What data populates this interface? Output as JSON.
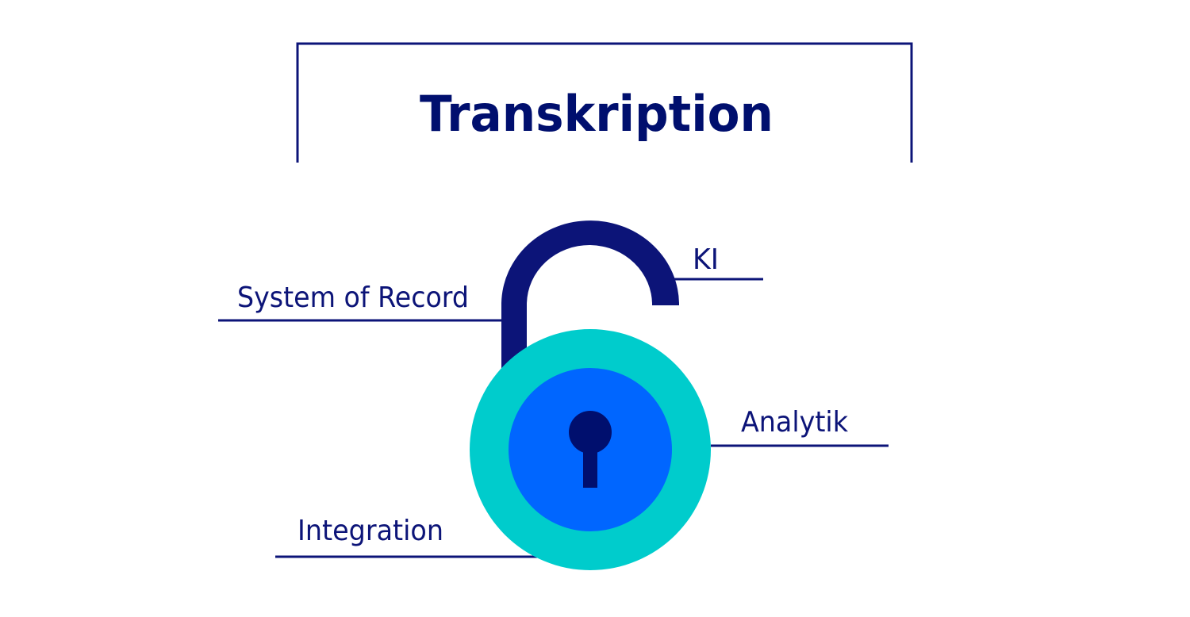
{
  "title": "Transkription",
  "labels": {
    "system_of_record": "System of Record",
    "ki": "KI",
    "analytik": "Analytik",
    "integration": "Integration"
  },
  "colors": {
    "navy": "#0c1478",
    "teal": "#00cccc",
    "blue": "#0066ff",
    "keyhole": "#000f6e",
    "background": "#ffffff"
  }
}
